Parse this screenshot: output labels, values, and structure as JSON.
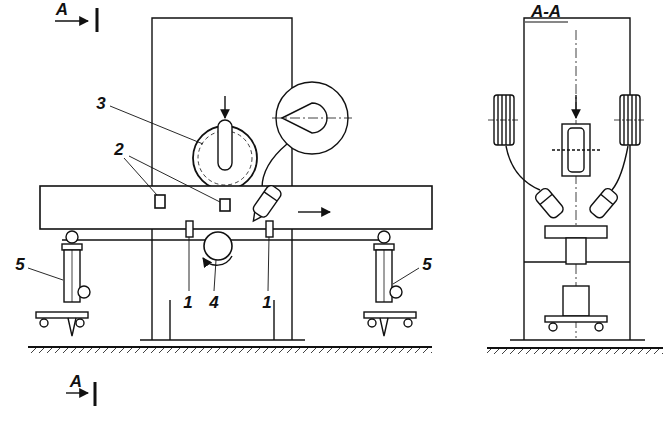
{
  "diagram": {
    "labels": [
      "A",
      "A-A",
      "3",
      "2",
      "5",
      "1",
      "4",
      "1",
      "5",
      "A"
    ]
  }
}
